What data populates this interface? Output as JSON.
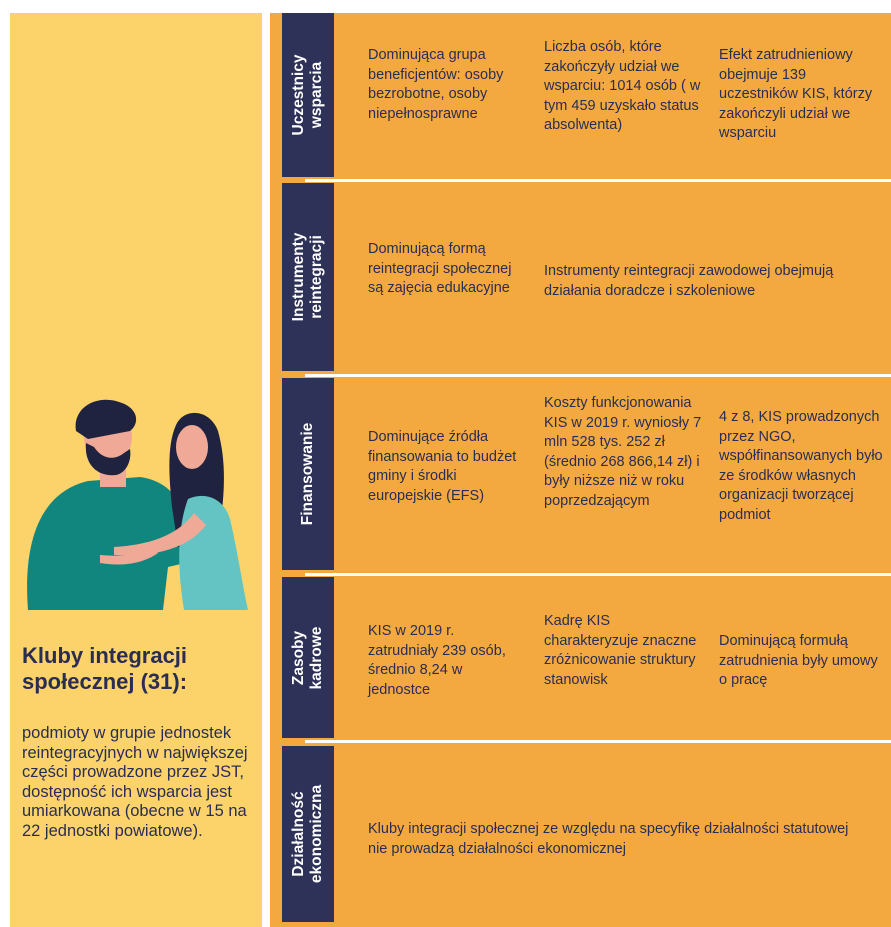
{
  "club": {
    "title": "Kluby integracji społecznej (31):",
    "description": "podmioty w grupie jednostek reintegracyjnych w największej części prowadzone przez JST, dostępność ich wsparcia jest umiarkowana (obecne w 15 na 22 jednostki powiatowe)."
  },
  "rows": [
    {
      "label": "Uczestnicy wsparcia",
      "cells": [
        "Dominująca grupa beneficjentów: osoby bezrobotne, osoby niepełnosprawne",
        "Liczba osób, które zakończyły udział we wsparciu: 1014 osób ( w tym 459 uzyskało status absolwenta)",
        "Efekt zatrudnieniowy obejmuje 139 uczestników KIS, którzy zakończyli udział we wsparciu"
      ]
    },
    {
      "label": "Instrumenty reintegracji",
      "cells": [
        "Dominującą formą reintegracji społecznej są zajęcia edukacyjne",
        "Instrumenty reintegracji zawodowej obejmują działania doradcze i  szkoleniowe"
      ]
    },
    {
      "label": "Finansowanie",
      "cells": [
        "Dominujące źródła finansowania to budżet gminy i środki europejskie (EFS)",
        "Koszty funkcjonowania KIS w 2019 r. wyniosły 7 mln 528 tys. 252 zł (średnio 268 866,14 zł) i były niższe niż w roku poprzedzającym",
        "4 z 8, KIS prowadzonych przez NGO, współfinansowanych było ze środków własnych organizacji tworzącej podmiot"
      ]
    },
    {
      "label": "Zasoby kadrowe",
      "cells": [
        "KIS w 2019 r. zatrudniały 239 osób, średnio 8,24 w jednostce",
        "Kadrę KIS charakteryzuje znaczne zróżnicowanie struktury stanowisk",
        "Dominującą formułą zatrudnienia były umowy o pracę"
      ]
    },
    {
      "label": "Działalność ekonomiczna",
      "cells": [
        "Kluby integracji społecznej ze względu na specyfikę działalności statutowej nie prowadzą działalności ekonomicznej"
      ]
    }
  ]
}
